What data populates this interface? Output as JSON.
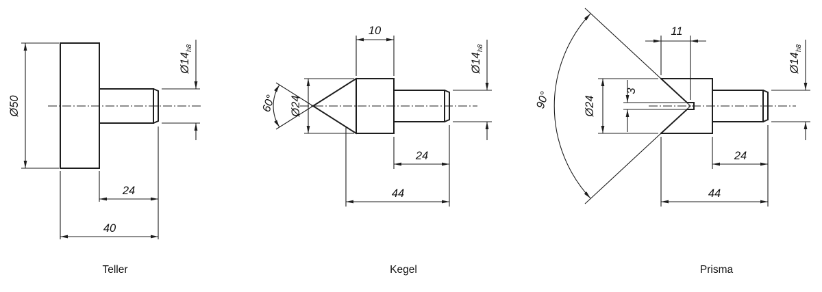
{
  "page": {
    "background": "#ffffff",
    "line_color": "#1d1d1d"
  },
  "views": [
    {
      "name": "Teller",
      "labels": {
        "disc_diameter": "Ø50",
        "shaft_diameter": "Ø14",
        "shaft_tolerance": "h8",
        "shaft_length": "24",
        "total_length": "40"
      }
    },
    {
      "name": "Kegel",
      "labels": {
        "cone_angle": "60°",
        "body_diameter": "Ø24",
        "collar_width": "10",
        "shaft_diameter": "Ø14",
        "shaft_tolerance": "h8",
        "shaft_length": "24",
        "total_length": "44"
      }
    },
    {
      "name": "Prisma",
      "labels": {
        "vee_angle": "90°",
        "body_diameter": "Ø24",
        "vee_depth": "11",
        "slot_height": "3",
        "shaft_diameter": "Ø14",
        "shaft_tolerance": "h8",
        "shaft_length": "24",
        "total_length": "44"
      }
    }
  ]
}
